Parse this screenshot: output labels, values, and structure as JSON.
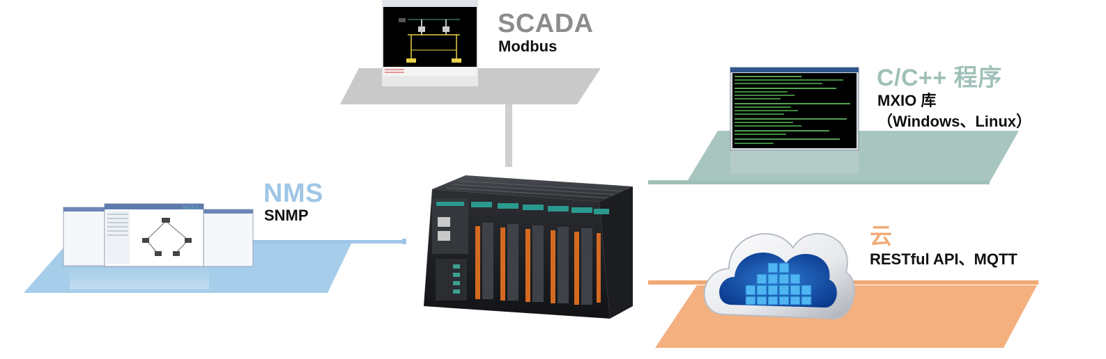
{
  "colors": {
    "scada": "#8c8c8c",
    "nms": "#9fc6e6",
    "cpp": "#9fc0b8",
    "cloud": "#f1ab77",
    "text": "#111111"
  },
  "scada": {
    "title": "SCADA",
    "protocol": "Modbus"
  },
  "nms": {
    "title": "NMS",
    "protocol": "SNMP",
    "brand": "MOXA"
  },
  "cpp": {
    "title": "C/C++ 程序",
    "library": "MXIO 库",
    "platforms": "（Windows、Linux）"
  },
  "cloud": {
    "title": "云",
    "protocols": "RESTful API、MQTT"
  },
  "icons": [
    "scada-screenshot-icon",
    "nms-screenshot-icon",
    "terminal-screenshot-icon",
    "cloud-icon",
    "io-controller-icon"
  ]
}
